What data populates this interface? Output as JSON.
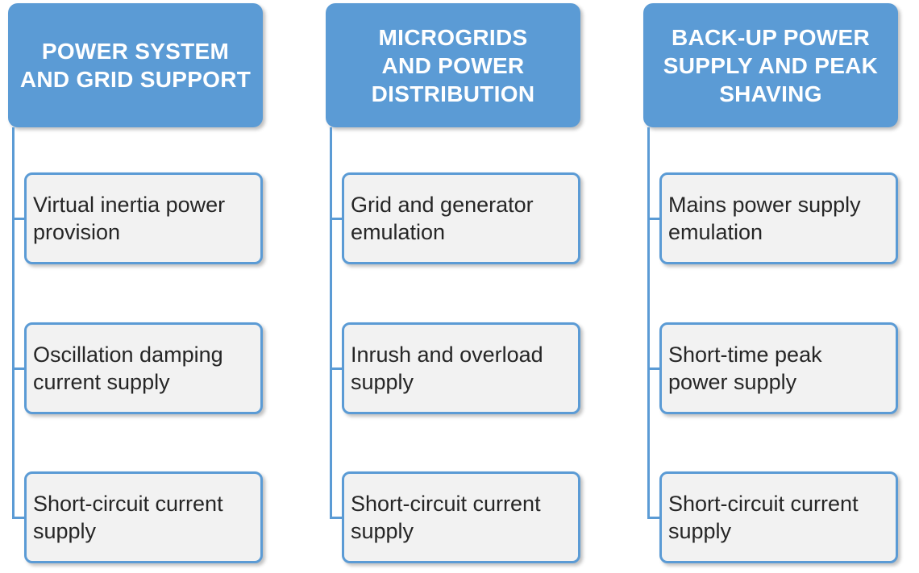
{
  "columns": [
    {
      "title": "POWER SYSTEM\nAND GRID SUPPORT",
      "items": [
        "Virtual inertia power\nprovision",
        "Oscillation damping\ncurrent supply",
        "Short-circuit current\nsupply"
      ]
    },
    {
      "title": "MICROGRIDS\nAND POWER\nDISTRIBUTION",
      "items": [
        "Grid and generator\nemulation",
        "Inrush and overload\nsupply",
        "Short-circuit current\nsupply"
      ]
    },
    {
      "title": "BACK-UP POWER\nSUPPLY AND PEAK\nSHAVING",
      "items": [
        "Mains power supply\nemulation",
        "Short-time peak\npower supply",
        "Short-circuit current\nsupply"
      ]
    }
  ],
  "colors": {
    "accent": "#5b9bd5",
    "box_fill": "#f2f2f2",
    "text": "#262626",
    "header_text": "#ffffff"
  }
}
